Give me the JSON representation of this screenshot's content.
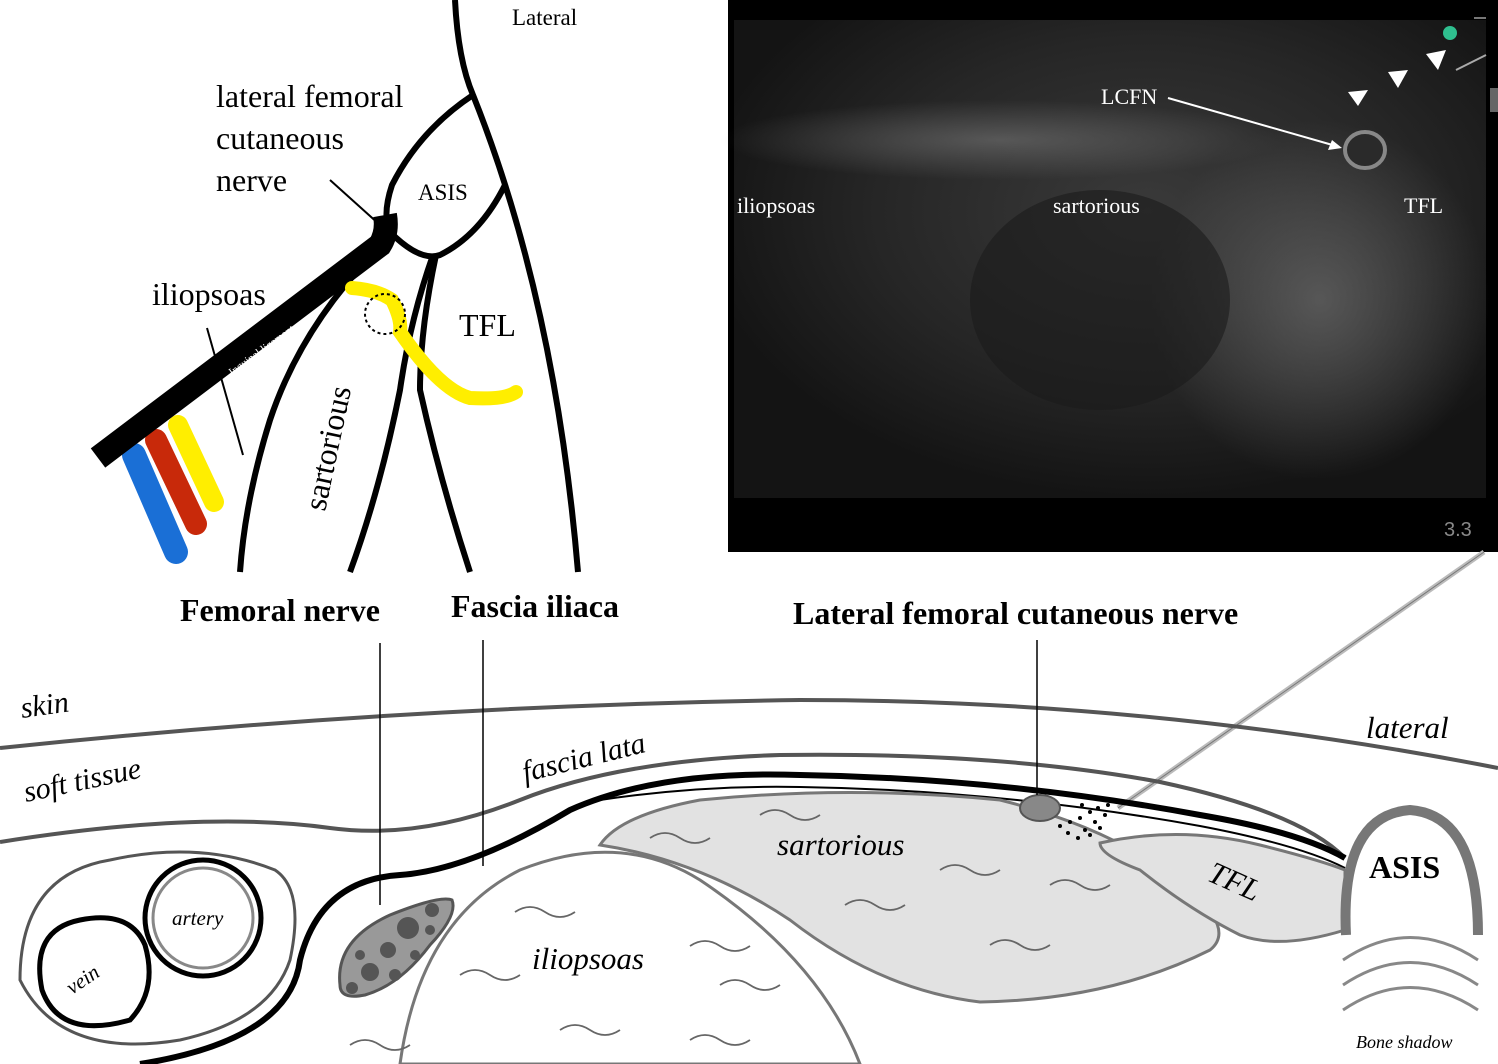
{
  "anatomy_diagram": {
    "lateral": "Lateral",
    "lfcn_line1": "lateral femoral",
    "lfcn_line2": "cutaneous",
    "lfcn_line3": "nerve",
    "asis": "ASIS",
    "iliopsoas": "iliopsoas",
    "inguinal_ligament": "Inguinal ligament",
    "tfl": "TFL",
    "sartorious": "sartorious"
  },
  "ultrasound": {
    "lcfn": "LCFN",
    "iliopsoas": "iliopsoas",
    "sartorious": "sartorious",
    "tfl": "TFL",
    "depth": "3.3"
  },
  "titles": {
    "femoral_nerve": "Femoral nerve",
    "fascia_iliaca": "Fascia iliaca",
    "lfcn": "Lateral femoral cutaneous nerve"
  },
  "cross_section": {
    "skin": "skin",
    "soft_tissue": "soft tissue",
    "fascia_lata": "fascia lata",
    "lateral": "lateral",
    "sartorious": "sartorious",
    "tfl": "TFL",
    "asis": "ASIS",
    "artery": "artery",
    "vein": "vein",
    "iliopsoas": "iliopsoas",
    "bone_shadow": "Bone shadow"
  },
  "colors": {
    "nerve": "#ffee00",
    "artery": "#c8290a",
    "vein": "#1a6fd6",
    "muscle_fill": "#e2e2e2"
  }
}
